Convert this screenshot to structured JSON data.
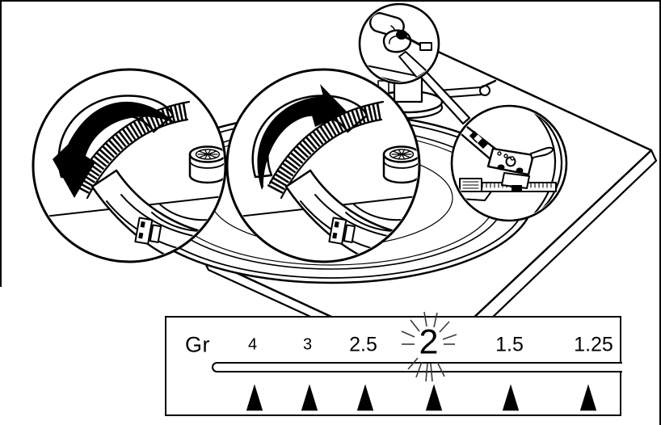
{
  "colors": {
    "ink": "#000000",
    "paper": "#ffffff",
    "ray": "#3a3a3a"
  },
  "scale_panel": {
    "unit_label": "Gr",
    "values": [
      {
        "label": "4",
        "highlighted": false
      },
      {
        "label": "3",
        "highlighted": false
      },
      {
        "label": "2.5",
        "highlighted": false
      },
      {
        "label": "2",
        "highlighted": true
      },
      {
        "label": "1.5",
        "highlighted": false
      },
      {
        "label": "1.25",
        "highlighted": false
      }
    ],
    "selected_value": "2",
    "marker_glyph": "▲"
  },
  "illustration": {
    "subject": "turntable-tonearm-tracking-force-adjustment",
    "insets": [
      {
        "name": "counterweight-rotate-counterclockwise"
      },
      {
        "name": "counterweight-rotate-clockwise"
      },
      {
        "name": "tonearm-pivot-detail"
      },
      {
        "name": "headshell-on-stylus-force-gauge"
      }
    ]
  }
}
